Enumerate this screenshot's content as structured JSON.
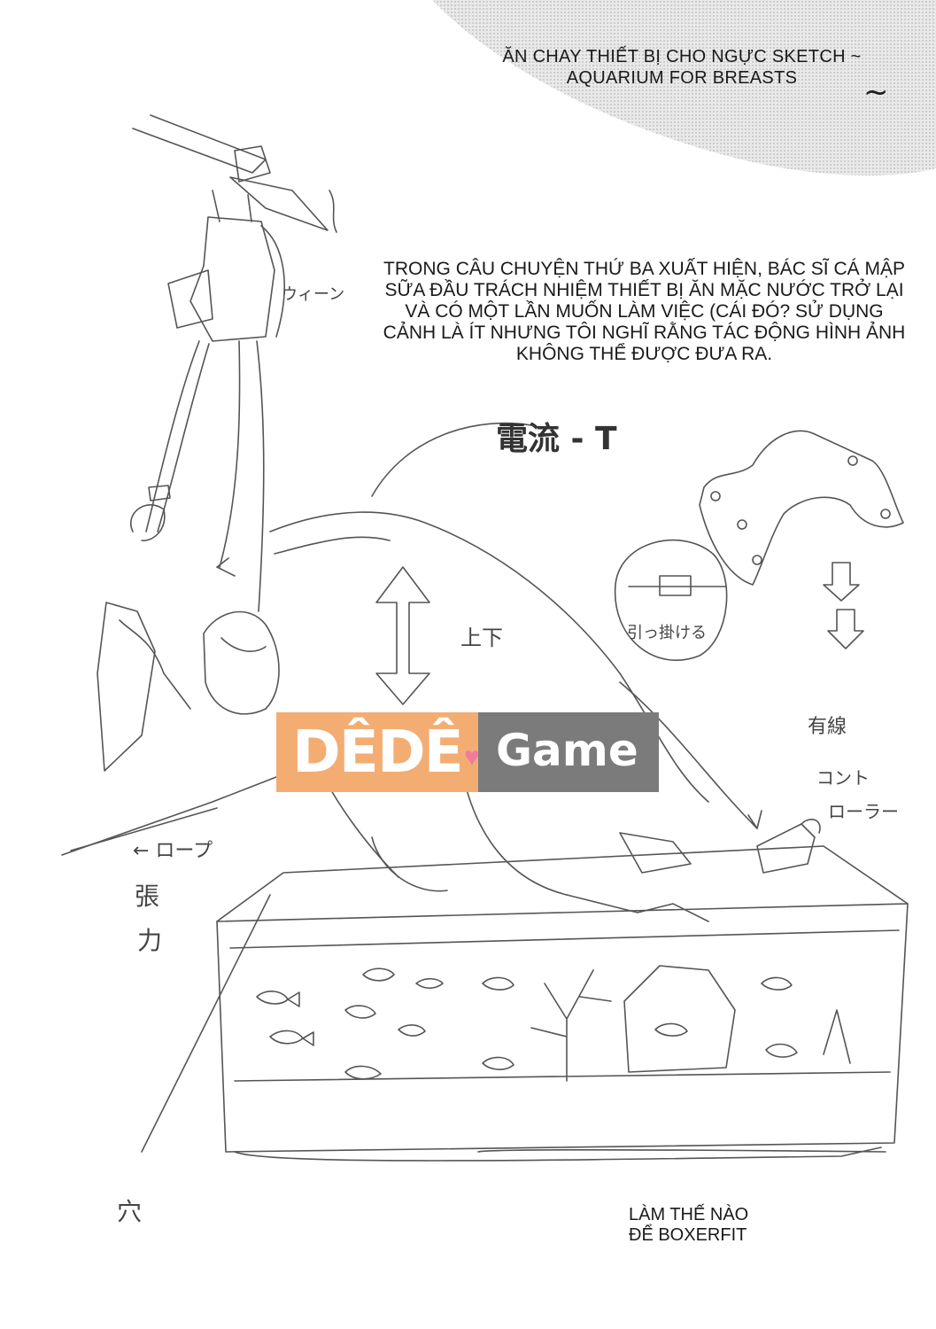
{
  "title": {
    "line1": "ĂN CHAY THIẾT BỊ CHO NGỰC SKETCH ~",
    "line2": "AQUARIUM FOR BREASTS",
    "tilde": "~"
  },
  "description": {
    "lines": [
      "TRONG CÂU CHUYỆN THỨ BA XUẤT HIỆN, BÁC SĨ CÁ MẬP",
      "SỮA ĐẦU TRÁCH NHIỆM THIẾT BỊ ĂN MẶC NƯỚC TRỞ LẠI",
      "VÀ CÓ MỘT LẦN MUỐN LÀM VIỆC (CÁI ĐÓ? SỬ DỤNG",
      "CẢNH LÀ ÍT NHƯNG TÔI NGHĨ RẰNG TÁC ĐỘNG HÌNH ẢNH",
      "KHÔNG THỂ ĐƯỢC ĐƯA RA."
    ]
  },
  "header_jp": "電流 - T",
  "bottom_note": {
    "line1": "LÀM THẾ NÀO",
    "line2": "ĐỂ BOXERFIT"
  },
  "handwritten": {
    "win": "ウィーン",
    "updown": "上下",
    "hikkakeru": "引っ掛ける",
    "yusen": "有線",
    "controller1": "コント",
    "controller2": "ローラー",
    "rope": "← ロープ",
    "tension1": "張",
    "tension2": "力",
    "ana": "穴"
  },
  "watermark": {
    "left": "DÊDÊ",
    "right": "Game"
  },
  "colors": {
    "dots": "#c8c8c8",
    "logo_orange": "#f3ad72",
    "logo_gray": "#7b7b7b",
    "heart": "#f07aa0"
  }
}
